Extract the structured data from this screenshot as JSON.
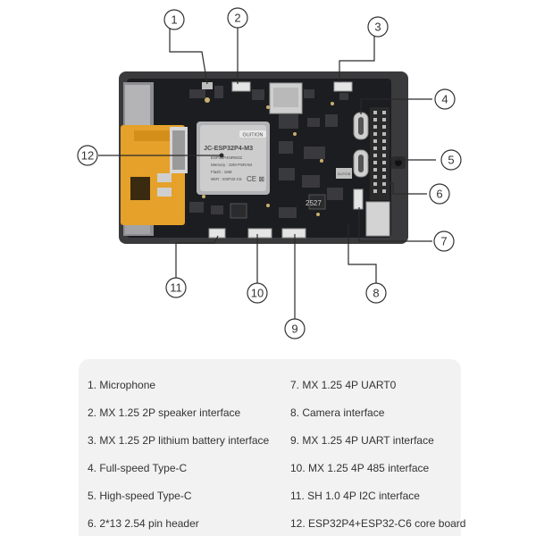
{
  "callouts": [
    "1",
    "2",
    "3",
    "4",
    "5",
    "6",
    "7",
    "8",
    "9",
    "10",
    "11",
    "12"
  ],
  "module": {
    "brand": "GUITION",
    "model": "JC-ESP32P4-M3",
    "part": "ESP32P4NRW32",
    "memory": "Memory : 32M PSRAM",
    "flash": "Flash : 16M",
    "wifi": "WIFI : ESP32-C6",
    "cert": "CE  ⊠"
  },
  "board_silk": "2527",
  "small_chip_brand": "GUITION",
  "legend": {
    "items": [
      "1. Microphone",
      "2. MX 1.25 2P speaker interface",
      "3. MX 1.25 2P lithium battery interface",
      "4. Full-speed Type-C",
      "5. High-speed Type-C",
      "6. 2*13 2.54 pin header",
      "7. MX 1.25 4P UART0",
      "8. Camera interface",
      "9. MX 1.25 4P UART interface",
      "10. MX 1.25 4P 485 interface",
      "11. SH 1.0 4P I2C interface",
      "12. ESP32P4+ESP32-C6 core board"
    ]
  },
  "colors": {
    "pcb": "#1c1d20",
    "frame": "#3a3a3c",
    "fpc": "#e5a12a",
    "shield": "#c8c8c8",
    "line": "#2a2a2a"
  }
}
